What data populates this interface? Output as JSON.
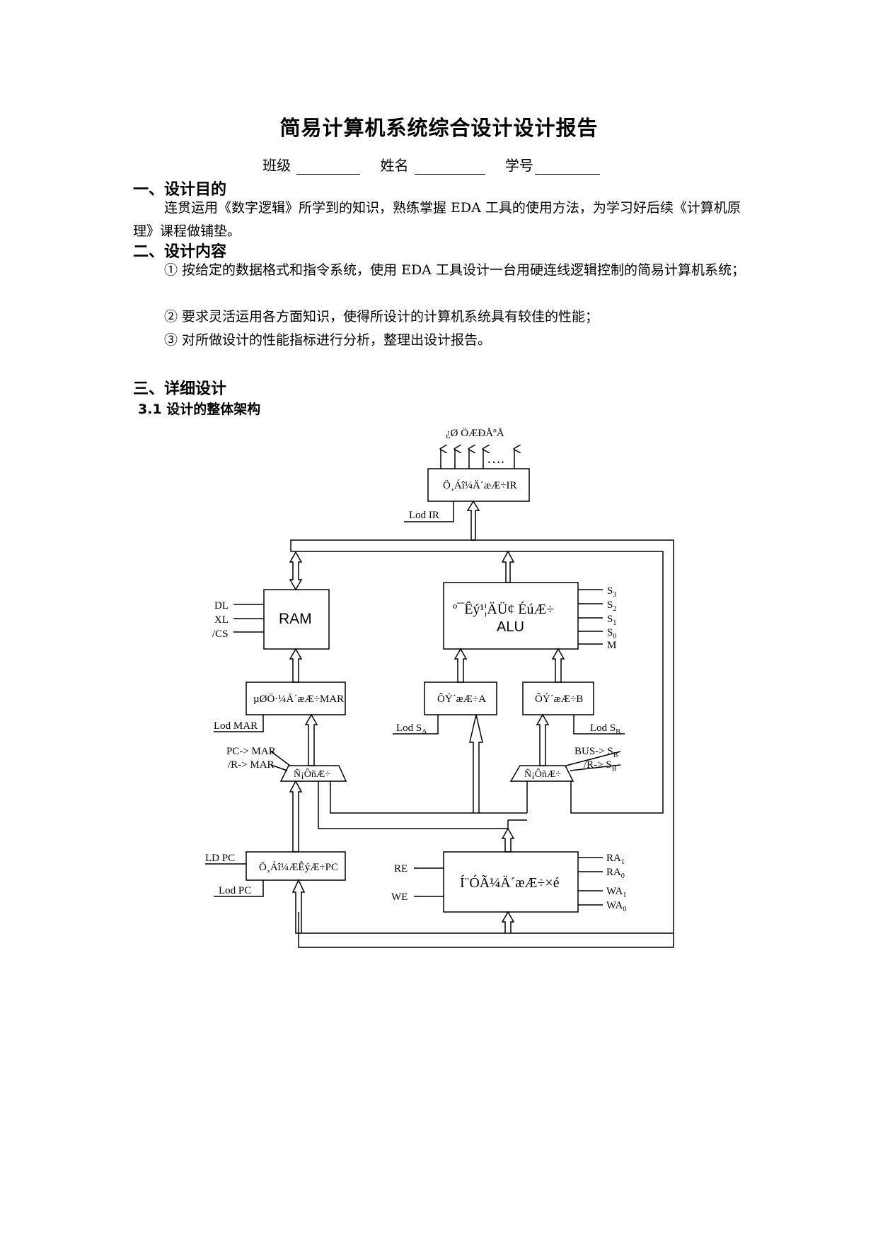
{
  "title": "简易计算机系统综合设计设计报告",
  "info": {
    "class_label": "班级",
    "name_label": "姓名",
    "id_label": "学号"
  },
  "section1": {
    "heading": "一、设计目的",
    "text": "连贯运用《数字逻辑》所学到的知识，熟练掌握 EDA 工具的使用方法，为学习好后续《计算机原理》课程做铺垫。"
  },
  "section2": {
    "heading": "二、设计内容",
    "items": [
      "① 按给定的数据格式和指令系统，使用 EDA 工具设计一台用硬连线逻辑控制的简易计算机系统；",
      "② 要求灵活运用各方面知识，使得所设计的计算机系统具有较佳的性能；",
      "③ 对所做设计的性能指标进行分析，整理出设计报告。"
    ]
  },
  "section3": {
    "heading": "三、详细设计",
    "sub": "3.1 设计的整体架构"
  },
  "diagram": {
    "top_label": "¿Ø ÖÆÐÅºÅ",
    "dots": "….",
    "ir": "Ö¸Áî¼Ä´æÆ÷IR",
    "lod_ir": "Lod IR",
    "ram": "RAM",
    "ram_in": [
      "DL",
      "XL",
      "/CS"
    ],
    "alu_line1": "º¯Êý¹¦ÄÜ¢ ÉúÆ÷",
    "alu_line2": "ALU",
    "s_labels": [
      "S",
      "S",
      "S",
      "S",
      "M"
    ],
    "s_subs": [
      "3",
      "2",
      "1",
      "0",
      ""
    ],
    "mar": "µØÖ·¼Ä´æÆ÷MAR",
    "lod_mar": "Lod MAR",
    "ra": "ÔÝ´æÆ÷A",
    "lod_sa": "Lod S",
    "lod_sa_sub": "A",
    "rb": "ÔÝ´æÆ÷B",
    "lod_sb": "Lod S",
    "lod_sb_sub": "B",
    "mux_left": "Ñ¡ÔñÆ÷",
    "mux_left_in": [
      "PC-> MAR",
      "/R-> MAR"
    ],
    "mux_right": "Ñ¡ÔñÆ÷",
    "mux_right_in": [
      "BUS-> S",
      "/R-> S"
    ],
    "mux_right_sub": "B",
    "pc": "Ö¸Áî¼ÆÊýÆ÷PC",
    "ld_pc": "LD PC",
    "lod_pc": "Lod PC",
    "regfile": "Í¨ÓÃ¼Ä´æÆ÷×é",
    "re": "RE",
    "we": "WE",
    "ra_labels": [
      "RA",
      "RA",
      "WA",
      "WA"
    ],
    "ra_subs": [
      "1",
      "0",
      "1",
      "0"
    ]
  }
}
